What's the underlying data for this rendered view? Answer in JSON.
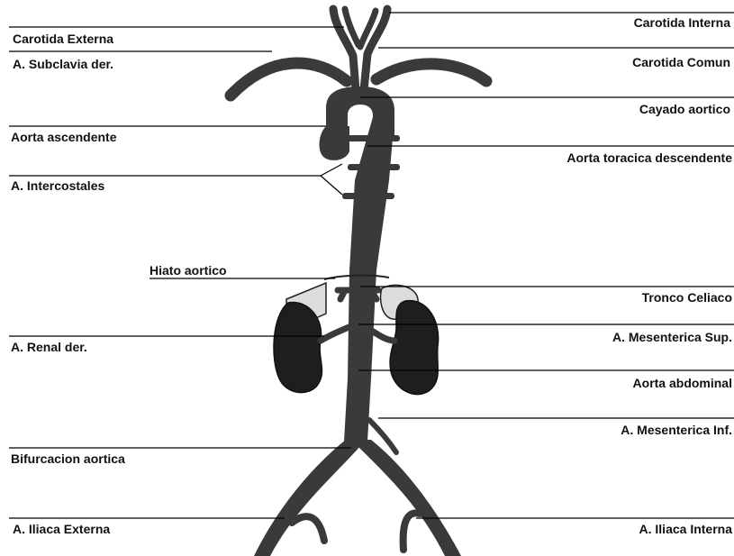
{
  "labels": {
    "carotida_interna": "Carotida Interna",
    "carotida_externa": "Carotida Externa",
    "subclavia_der": "A. Subclavia der.",
    "carotida_comun": "Carotida Comun",
    "cayado_aortico": "Cayado aortico",
    "aorta_ascendente": "Aorta ascendente",
    "aorta_toracica_descendente": "Aorta toracica descendente",
    "intercostales": "A. Intercostales",
    "hiato_aortico": "Hiato aortico",
    "tronco_celiaco": "Tronco Celiaco",
    "renal_der": "A. Renal der.",
    "mesenterica_sup": "A. Mesenterica Sup.",
    "aorta_abdominal": "Aorta abdominal",
    "mesenterica_inf": "A. Mesenterica Inf.",
    "bifurcacion_aortica": "Bifurcacion aortica",
    "iliaca_externa": "A. Iliaca Externa",
    "iliaca_interna": "A. Iliaca Interna"
  },
  "colors": {
    "vessel": "#3a3a3a",
    "kidney": "#1e1e1e",
    "adrenal": "#dcdcdc",
    "leader": "#000000"
  }
}
